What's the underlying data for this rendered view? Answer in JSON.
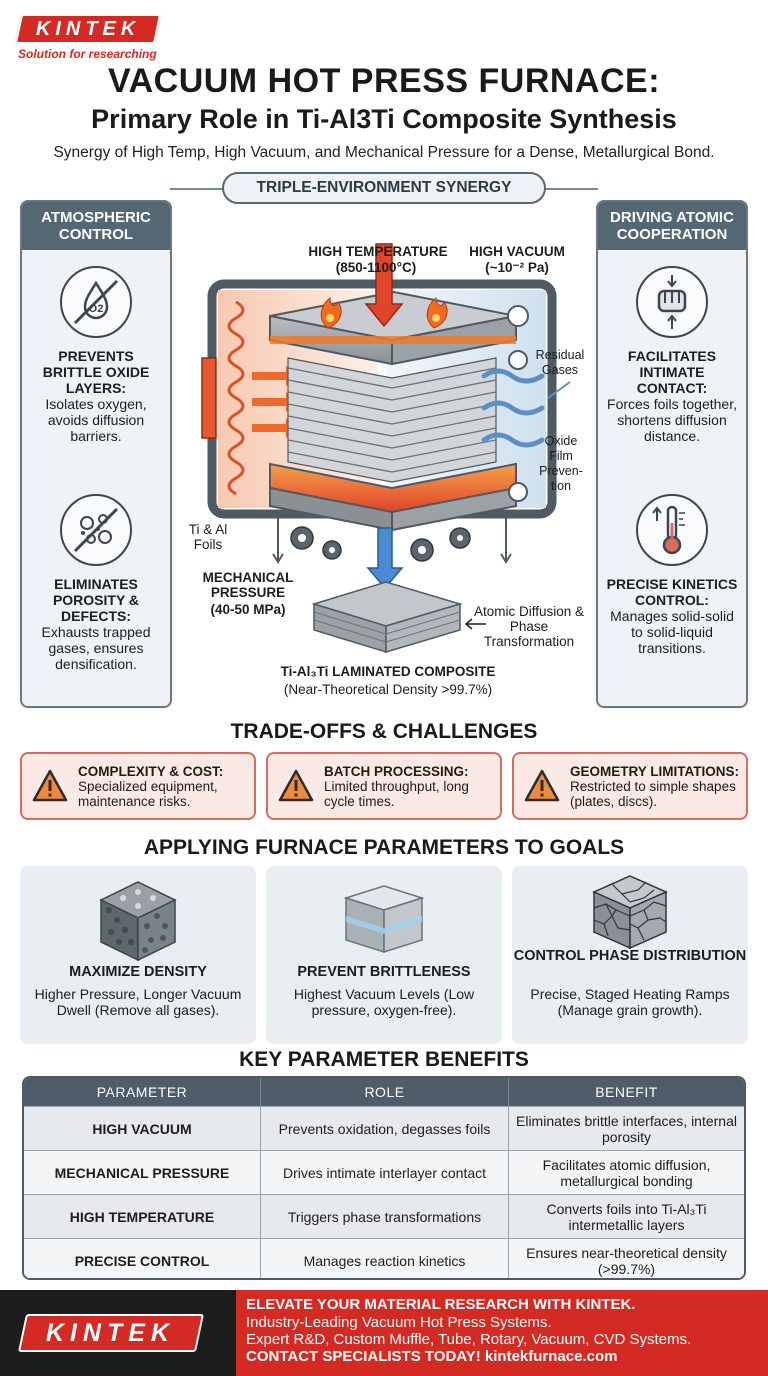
{
  "brand": {
    "logo_text": "KINTEK",
    "tagline": "Solution for researching"
  },
  "header": {
    "title": "VACUUM HOT PRESS FURNACE:",
    "subtitle": "Primary Role in Ti-Al3Ti Composite Synthesis",
    "tagline": "Synergy of High Temp, High Vacuum, and Mechanical Pressure for a Dense, Metallurgical Bond."
  },
  "synergy": {
    "label": "TRIPLE-ENVIRONMENT SYNERGY",
    "left_panel": {
      "title": "ATMOSPHERIC CONTROL",
      "items": [
        {
          "icon": "no-oxygen-icon",
          "icon_text": "O2",
          "heading": "PREVENTS BRITTLE OXIDE LAYERS:",
          "text": "Isolates oxygen, avoids diffusion barriers."
        },
        {
          "icon": "no-porosity-icon",
          "heading": "ELIMINATES POROSITY & DEFECTS:",
          "text": "Exhausts trapped gases, ensures densification."
        }
      ]
    },
    "right_panel": {
      "title": "DRIVING ATOMIC COOPERATION",
      "items": [
        {
          "icon": "press-fist-icon",
          "heading": "FACILITATES INTIMATE CONTACT:",
          "text": "Forces foils together, shortens diffusion distance."
        },
        {
          "icon": "thermometer-icon",
          "heading": "PRECISE KINETICS CONTROL:",
          "text": "Manages solid-solid to solid-liquid transitions."
        }
      ]
    },
    "diagram": {
      "high_temp_label": "HIGH TEMPERATURE",
      "high_temp_value": "(850-1100°C)",
      "high_vacuum_label": "HIGH VACUUM",
      "high_vacuum_value": "(~10⁻² Pa)",
      "residual_gases": "Residual Gases",
      "oxide_film": "Oxide Film Preven- tion",
      "foils_label": "Ti & Al Foils",
      "pressure_label": "MECHANICAL PRESSURE",
      "pressure_value": "(40-50 MPa)",
      "diffusion_label": "Atomic Diffusion & Phase Transformation",
      "composite_label": "Ti-Al₃Ti LAMINATED COMPOSITE",
      "composite_value": "(Near-Theoretical Density >99.7%)"
    }
  },
  "tradeoffs": {
    "heading": "TRADE-OFFS & CHALLENGES",
    "items": [
      {
        "title": "COMPLEXITY & COST:",
        "text": "Specialized equipment, maintenance risks."
      },
      {
        "title": "BATCH PROCESSING:",
        "text": "Limited throughput, long cycle times."
      },
      {
        "title": "GEOMETRY LIMITATIONS:",
        "text": "Restricted to simple shapes (plates, discs)."
      }
    ]
  },
  "goals": {
    "heading": "APPLYING FURNACE PARAMETERS TO GOALS",
    "items": [
      {
        "icon": "dense-cube-icon",
        "title": "MAXIMIZE DENSITY",
        "text": "Higher Pressure, Longer Vacuum Dwell (Remove all gases)."
      },
      {
        "icon": "metal-block-icon",
        "title": "PREVENT BRITTLENESS",
        "text": "Highest Vacuum Levels (Low pressure, oxygen-free)."
      },
      {
        "icon": "grain-cube-icon",
        "title": "CONTROL PHASE DISTRIBUTION",
        "text": "Precise, Staged Heating Ramps (Manage grain growth)."
      }
    ]
  },
  "benefits_table": {
    "heading": "KEY PARAMETER BENEFITS",
    "columns": [
      "PARAMETER",
      "ROLE",
      "BENEFIT"
    ],
    "rows": [
      [
        "HIGH VACUUM",
        "Prevents oxidation, degasses foils",
        "Eliminates brittle interfaces, internal porosity"
      ],
      [
        "MECHANICAL PRESSURE",
        "Drives intimate interlayer contact",
        "Facilitates atomic diffusion, metallurgical bonding"
      ],
      [
        "HIGH TEMPERATURE",
        "Triggers phase transformations",
        "Converts foils into Ti-Al₃Ti intermetallic layers"
      ],
      [
        "PRECISE CONTROL",
        "Manages reaction kinetics",
        "Ensures near-theoretical density (>99.7%)"
      ]
    ]
  },
  "footer": {
    "logo_text": "KINTEK",
    "headline": "ELEVATE YOUR MATERIAL RESEARCH WITH KINTEK.",
    "line1": "Industry-Leading Vacuum Hot Press Systems.",
    "line2": "Expert R&D, Custom Muffle, Tube, Rotary, Vacuum, CVD Systems.",
    "cta": "CONTACT SPECIALISTS TODAY! kintekfurnace.com"
  },
  "colors": {
    "brand_red": "#d42a24",
    "panel_slate": "#556773",
    "warn_red": "#d96a5e",
    "flame_orange": "#f07a2a"
  }
}
